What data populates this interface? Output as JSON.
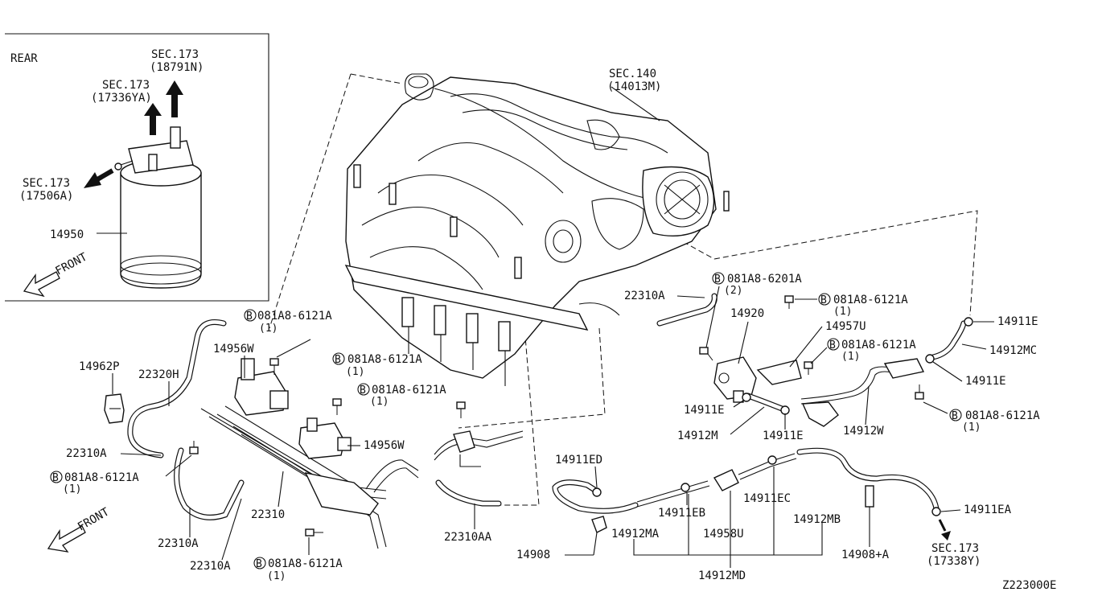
{
  "inset": {
    "rear_label": "REAR",
    "front_label": "FRONT",
    "canister_part": "14950",
    "sec1_top": "SEC.173",
    "sec1_bot": "(18791N)",
    "sec2_top": "SEC.173",
    "sec2_bot": "(17336YA)",
    "sec3_top": "SEC.173",
    "sec3_bot": "(17506A)"
  },
  "main": {
    "front_label": "FRONT",
    "sec140_top": "SEC.140",
    "sec140_bot": "(14013M)",
    "sec173_top": "SEC.173",
    "sec173_bot": "(17338Y)",
    "drawing_code": "Z223000E"
  },
  "bolt_callouts": [
    {
      "circle": "B",
      "code": "081A8-6121A",
      "qty": "(1)"
    },
    {
      "circle": "B",
      "code": "081A8-6121A",
      "qty": "(1)"
    },
    {
      "circle": "B",
      "code": "081A8-6121A",
      "qty": "(1)"
    },
    {
      "circle": "B",
      "code": "081A8-6121A",
      "qty": "(1)"
    },
    {
      "circle": "B",
      "code": "081A8-6121A",
      "qty": "(1)"
    },
    {
      "circle": "B",
      "code": "081A8-6201A",
      "qty": "(2)"
    },
    {
      "circle": "B",
      "code": "081A8-6121A",
      "qty": "(1)"
    },
    {
      "circle": "B",
      "code": "081A8-6121A",
      "qty": "(1)"
    },
    {
      "circle": "B",
      "code": "081A8-6121A",
      "qty": "(1)"
    }
  ],
  "part_labels": {
    "p14962P": "14962P",
    "p22320H": "22320H",
    "p14956W_a": "14956W",
    "p14956W_b": "14956W",
    "p22310A_a": "22310A",
    "p22310A_b": "22310A",
    "p22310A_c": "22310A",
    "p22310A_d": "22310A",
    "p22310": "22310",
    "p22310AA": "22310AA",
    "p14920": "14920",
    "p14957U": "14957U",
    "p14911E_a": "14911E",
    "p14911E_b": "14911E",
    "p14911E_c": "14911E",
    "p14911E_d": "14911E",
    "p14912MC": "14912MC",
    "p14912M": "14912M",
    "p14912W": "14912W",
    "p14911ED": "14911ED",
    "p14911EB": "14911EB",
    "p14911EC": "14911EC",
    "p14912MA": "14912MA",
    "p14958U": "14958U",
    "p14912MB": "14912MB",
    "p14911EA": "14911EA",
    "p14908": "14908",
    "p14908A": "14908+A",
    "p14912MD": "14912MD"
  }
}
